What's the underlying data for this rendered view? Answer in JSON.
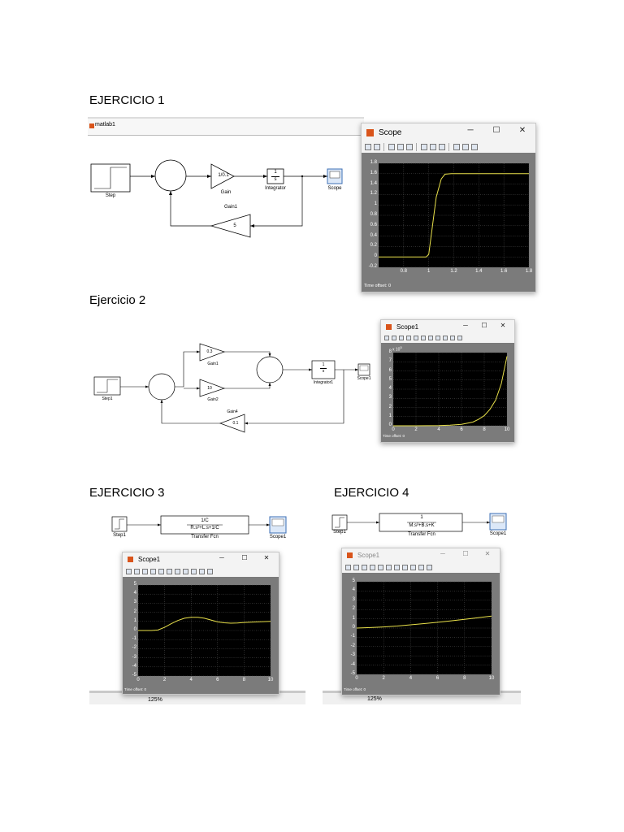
{
  "headings": {
    "e1": "EJERCICIO 1",
    "e2": "Ejercicio 2",
    "e3": "EJERCICIO 3",
    "e4": "EJERCICIO 4"
  },
  "ex1": {
    "model_name": "matlab1",
    "blocks": {
      "step": "Step",
      "gain_value": "1/0.1",
      "gain": "Gain",
      "integrator_num": "1",
      "integrator_den": "s",
      "integrator": "Integrator",
      "scope": "Scope",
      "gain1": "Gain1",
      "gain1_value": "5"
    },
    "window": {
      "title": "Scope",
      "time_offset": "Time offset:  0",
      "minimize": "─",
      "maximize": "☐",
      "close": "✕"
    }
  },
  "ex2": {
    "blocks": {
      "step": "Step1",
      "gain_top_value": "0.3",
      "gain_top": "Gain1",
      "gain_mid_value": "10",
      "gain_mid": "Gain2",
      "integrator": "Integrator1",
      "integrator_num": "1",
      "integrator_den": "s",
      "scope": "Scope1",
      "gain_fb": "Gain4",
      "gain_fb_value": "0.1"
    },
    "window": {
      "title": "Scope1",
      "time_offset": "Time offset:  0",
      "exponent": "x 10",
      "exponent_power": "5",
      "minimize": "─",
      "maximize": "☐",
      "close": "✕"
    }
  },
  "ex3": {
    "blocks": {
      "step": "Step1",
      "tf_num": "1/C",
      "tf_den": "R.s²+L.s+1/C",
      "tf": "Transfer Fcn",
      "scope": "Scope1"
    },
    "window": {
      "title": "Scope1",
      "time_offset": "Time offset:  0",
      "minimize": "─",
      "maximize": "☐",
      "close": "✕"
    },
    "zoom": "125%"
  },
  "ex4": {
    "blocks": {
      "step": "Step1",
      "tf_num": "1",
      "tf_den": "M.s²+B.s+K",
      "tf": "Transfer Fcn",
      "scope": "Scope1"
    },
    "window": {
      "title": "Scope1",
      "time_offset": "Time offset:  0",
      "minimize": "─",
      "maximize": "☐",
      "close": "✕"
    },
    "zoom": "125%"
  },
  "colors": {
    "signal": "#e8e04a",
    "plot_bg": "#000000",
    "grid": "#5a5a5a",
    "frame_gray": "#7b7b7b",
    "app_icon": "#d9541b"
  },
  "chart_data": [
    {
      "type": "line",
      "id": "scope-ex1",
      "xlim": [
        0.6,
        1.8
      ],
      "ylim": [
        -0.2,
        1.8
      ],
      "xticks": [
        "0.8",
        "1",
        "1.2",
        "1.4",
        "1.6",
        "1.8"
      ],
      "yticks": [
        "1.8",
        "1.6",
        "1.4",
        "1.2",
        "1",
        "0.8",
        "0.6",
        "0.4",
        "0.2",
        "0",
        "-0.2"
      ],
      "series": [
        {
          "x": [
            0.6,
            0.98,
            1.0,
            1.03,
            1.06,
            1.1,
            1.13,
            1.18,
            1.8
          ],
          "y": [
            0,
            0,
            0.05,
            0.6,
            1.15,
            1.5,
            1.59,
            1.6,
            1.6
          ]
        }
      ]
    },
    {
      "type": "line",
      "id": "scope-ex2",
      "xlim": [
        0,
        10
      ],
      "ylim": [
        0,
        8
      ],
      "xticks": [
        "0",
        "2",
        "4",
        "6",
        "8",
        "10"
      ],
      "yticks": [
        "8",
        "7",
        "6",
        "5",
        "4",
        "3",
        "2",
        "1",
        "0"
      ],
      "series": [
        {
          "x": [
            0,
            2,
            4,
            5,
            6,
            7,
            7.5,
            8,
            8.5,
            9,
            9.5,
            10
          ],
          "y": [
            0,
            0,
            0.02,
            0.06,
            0.15,
            0.4,
            0.7,
            1.1,
            1.8,
            2.8,
            4.6,
            7.6
          ]
        }
      ]
    },
    {
      "type": "line",
      "id": "scope-ex3",
      "xlim": [
        0,
        10
      ],
      "ylim": [
        -5,
        5
      ],
      "xticks": [
        "0",
        "2",
        "4",
        "6",
        "8",
        "10"
      ],
      "yticks": [
        "5",
        "4",
        "3",
        "2",
        "1",
        "0",
        "-1",
        "-2",
        "-3",
        "-4",
        "-5"
      ],
      "series": [
        {
          "x": [
            0,
            1,
            1.5,
            2,
            2.5,
            3,
            3.5,
            4,
            4.5,
            5,
            5.5,
            6,
            6.5,
            7,
            7.5,
            8,
            9,
            10
          ],
          "y": [
            0,
            0,
            0.05,
            0.35,
            0.75,
            1.1,
            1.35,
            1.45,
            1.45,
            1.35,
            1.15,
            0.95,
            0.85,
            0.8,
            0.82,
            0.88,
            0.95,
            1.0
          ]
        }
      ]
    },
    {
      "type": "line",
      "id": "scope-ex4",
      "xlim": [
        0,
        10
      ],
      "ylim": [
        -5,
        5
      ],
      "xticks": [
        "0",
        "2",
        "4",
        "6",
        "8",
        "10"
      ],
      "yticks": [
        "5",
        "4",
        "3",
        "2",
        "1",
        "0",
        "-1",
        "-2",
        "-3",
        "-4",
        "-5"
      ],
      "series": [
        {
          "x": [
            0,
            1,
            2,
            3,
            4,
            5,
            6,
            7,
            8,
            9,
            10
          ],
          "y": [
            0,
            0.05,
            0.12,
            0.22,
            0.35,
            0.48,
            0.62,
            0.78,
            0.95,
            1.12,
            1.3
          ]
        }
      ]
    }
  ]
}
